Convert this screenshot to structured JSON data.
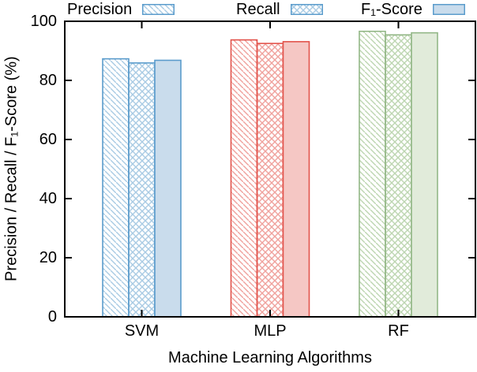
{
  "chart_data": {
    "type": "bar",
    "title": "",
    "xlabel": "Machine Learning Algorithms",
    "ylabel": "Precision / Recall / F₁-Score (%)",
    "ylim": [
      0,
      100
    ],
    "yticks": [
      0,
      20,
      40,
      60,
      80,
      100
    ],
    "grid": false,
    "legend_position": "top",
    "categories": [
      "SVM",
      "MLP",
      "RF"
    ],
    "series": [
      {
        "name": "Precision",
        "pattern": "diagonal-hatch",
        "values": [
          87.3,
          93.7,
          96.6
        ]
      },
      {
        "name": "Recall",
        "pattern": "crosshatch",
        "values": [
          85.9,
          92.5,
          95.4
        ]
      },
      {
        "name": "F₁-Score",
        "pattern": "solid",
        "values": [
          86.8,
          93.1,
          96.1
        ]
      }
    ],
    "category_colors": [
      {
        "category": "SVM",
        "border": "#5b9ccc",
        "hatch": "#a9cbe4",
        "fill": "#c9dcec"
      },
      {
        "category": "MLP",
        "border": "#e2534b",
        "hatch": "#f0a29d",
        "fill": "#f5c7c4"
      },
      {
        "category": "RF",
        "border": "#93b787",
        "hatch": "#bdd6b1",
        "fill": "#e1ebda"
      }
    ],
    "axis_color": "#000000",
    "background_color": "#ffffff"
  }
}
